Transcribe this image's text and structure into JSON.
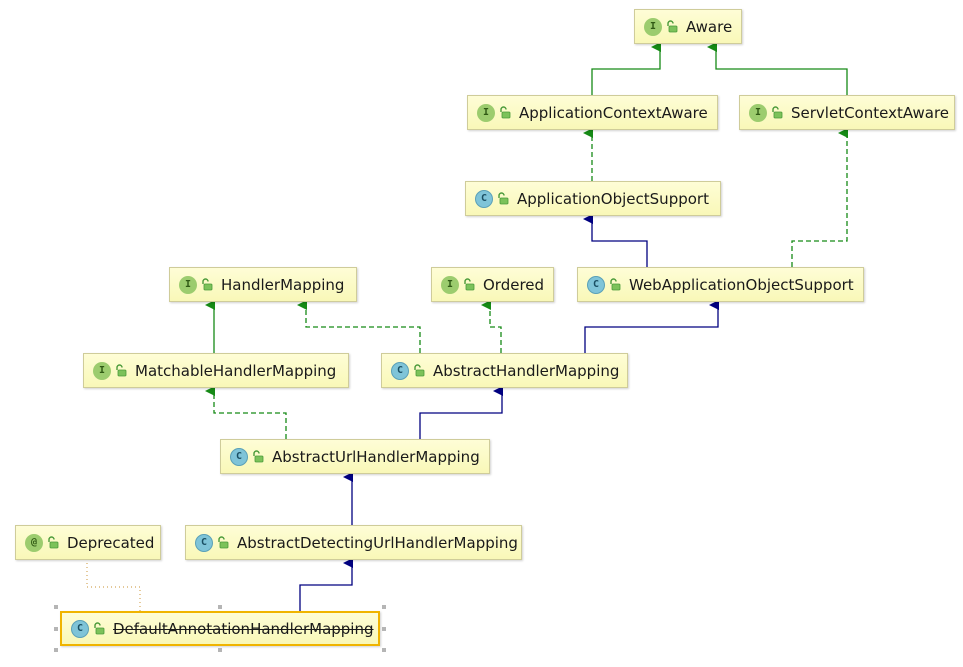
{
  "diagram": {
    "colors": {
      "implements_edge": "#168a16",
      "extends_edge": "#000080",
      "annotation_edge": "#d4a85a",
      "selected_border": "#f0b400"
    },
    "nodes": {
      "aware": {
        "badge": "I",
        "kind": "interface",
        "label": "Aware"
      },
      "application_context_aware": {
        "badge": "I",
        "kind": "interface",
        "label": "ApplicationContextAware"
      },
      "servlet_context_aware": {
        "badge": "I",
        "kind": "interface",
        "label": "ServletContextAware"
      },
      "application_object_support": {
        "badge": "C",
        "kind": "abstract-class",
        "label": "ApplicationObjectSupport"
      },
      "handler_mapping": {
        "badge": "I",
        "kind": "interface",
        "label": "HandlerMapping"
      },
      "ordered": {
        "badge": "I",
        "kind": "interface",
        "label": "Ordered"
      },
      "web_application_object_support": {
        "badge": "C",
        "kind": "abstract-class",
        "label": "WebApplicationObjectSupport"
      },
      "matchable_handler_mapping": {
        "badge": "I",
        "kind": "interface",
        "label": "MatchableHandlerMapping"
      },
      "abstract_handler_mapping": {
        "badge": "C",
        "kind": "abstract-class",
        "label": "AbstractHandlerMapping"
      },
      "abstract_url_handler_mapping": {
        "badge": "C",
        "kind": "abstract-class",
        "label": "AbstractUrlHandlerMapping"
      },
      "deprecated": {
        "badge": "@",
        "kind": "annotation",
        "label": "Deprecated"
      },
      "abstract_detecting_url_handler_mapping": {
        "badge": "C",
        "kind": "abstract-class",
        "label": "AbstractDetectingUrlHandlerMapping"
      },
      "default_annotation_handler_mapping": {
        "badge": "C",
        "kind": "class",
        "label": "DefaultAnnotationHandlerMapping",
        "deprecated": true,
        "selected": true
      }
    }
  }
}
